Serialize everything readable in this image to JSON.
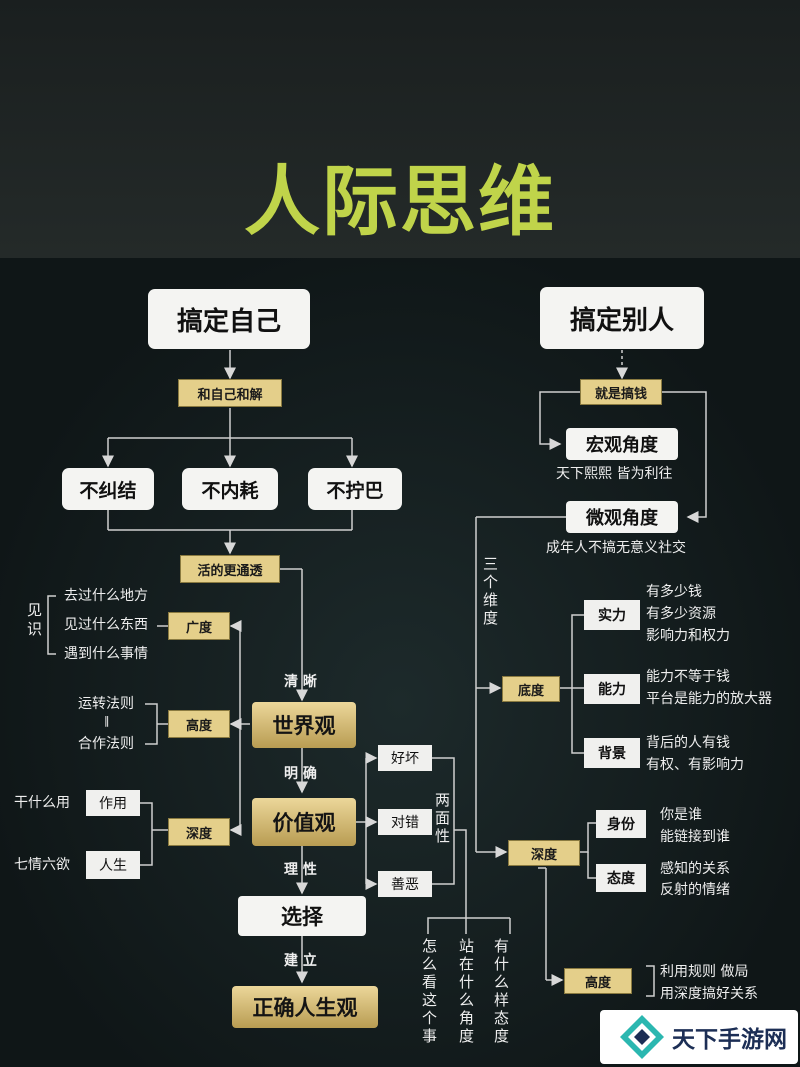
{
  "title": "人际思维",
  "left_root": "搞定自己",
  "right_root": "搞定别人",
  "he_ziji": "和自己和解",
  "bujiujie": "不纠结",
  "buneihao": "不内耗",
  "bunuoba": "不拧巴",
  "huode": "活的更通透",
  "guangdu": "广度",
  "gaodu_left": "高度",
  "shendu_left": "深度",
  "jianshi": "见识",
  "guang_items": [
    "去过什么地方",
    "见过什么东西",
    "遇到什么事情"
  ],
  "gao_items": [
    "运转法则",
    "合作法则"
  ],
  "gao_eq": "‖",
  "ganshenme": "干什么用",
  "zuoyong": "作用",
  "qiqing": "七情六欲",
  "rensheng": "人生",
  "qingxi": "清 晰",
  "shijieguan": "世界观",
  "mingque": "明 确",
  "jiazhiguan": "价值观",
  "lixing": "理 性",
  "xuanze": "选择",
  "jianli": "建 立",
  "zhengque": "正确人生观",
  "haohuai": "好坏",
  "duicuo": "对错",
  "shane": "善恶",
  "liangmian": "两面性",
  "vcols": [
    "怎么看这个事",
    "站在什么角度",
    "有什么样态度"
  ],
  "jiushi": "就是搞钱",
  "hongguan": "宏观角度",
  "hongguan_sub": "天下熙熙 皆为利往",
  "weiguan": "微观角度",
  "weiguan_sub": "成年人不搞无意义社交",
  "sange": "三个维度",
  "didu": "底度",
  "shenduR": "深度",
  "gaoduR": "高度",
  "shili": "实力",
  "shili_items": [
    "有多少钱",
    "有多少资源",
    "影响力和权力"
  ],
  "nengli": "能力",
  "nengli_items": [
    "能力不等于钱",
    "平台是能力的放大器"
  ],
  "beijing": "背景",
  "beijing_items": [
    "背后的人有钱",
    "有权、有影响力"
  ],
  "shenfen": "身份",
  "shenfen_items": [
    "你是谁",
    "能链接到谁"
  ],
  "taidu": "态度",
  "taidu_items": [
    "感知的关系",
    "反射的情绪"
  ],
  "gaodu_items": [
    "利用规则 做局",
    "用深度搞好关系"
  ],
  "logo_text": "天下手游网"
}
